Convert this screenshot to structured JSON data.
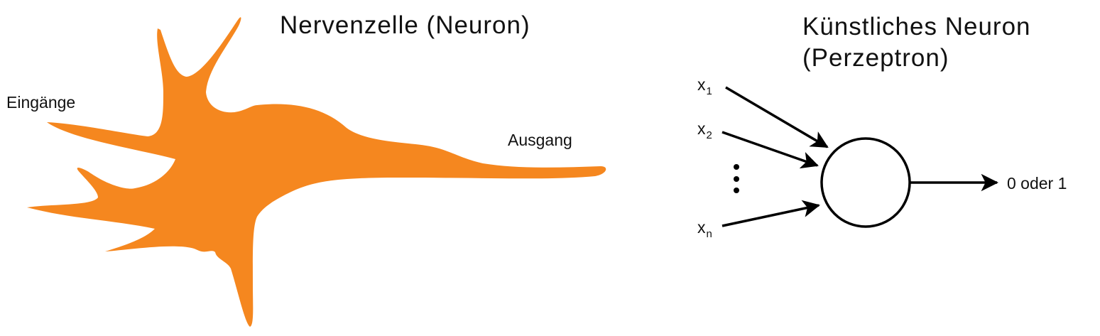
{
  "neuron": {
    "title": "Nervenzelle (Neuron)",
    "inputs_label": "Eingänge",
    "output_label": "Ausgang",
    "fill_color": "#F5871F"
  },
  "perceptron": {
    "title_line1": "Künstliches Neuron",
    "title_line2": "(Perzeptron)",
    "inputs": [
      {
        "base": "x",
        "sub": "1"
      },
      {
        "base": "x",
        "sub": "2"
      },
      {
        "base": "x",
        "sub": "n"
      }
    ],
    "ellipsis": "⋮",
    "output_label": "0 oder 1",
    "stroke_color": "#000000"
  }
}
